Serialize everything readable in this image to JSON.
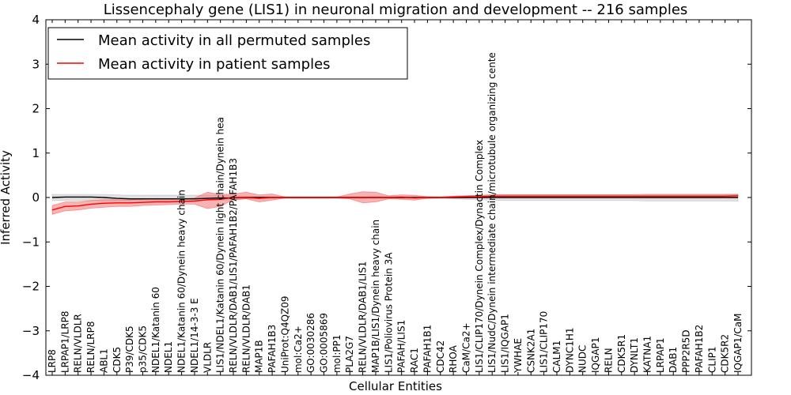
{
  "chart_data": {
    "type": "line",
    "title": "Lissencephaly gene (LIS1) in neuronal migration and development -- 216 samples",
    "xlabel": "Cellular Entities",
    "ylabel": "Inferred Activity",
    "ylim": [
      -4,
      4
    ],
    "yticks": [
      "-4",
      "-3",
      "-2",
      "-1",
      "0",
      "1",
      "2",
      "3",
      "4"
    ],
    "grid": false,
    "legend_position": "top-left",
    "categories": [
      "LRP8",
      "LRPAP1/LRP8",
      "RELN/VLDLR",
      "RELN/LRP8",
      "ABL1",
      "CDK5",
      "P39/CDK5",
      "p35/CDK5",
      "NDEL1/Katanin 60",
      "NDEL1",
      "NDEL1/Katanin 60/Dynein heavy chain",
      "NDEL1/14-3-3 E",
      "VLDLR",
      "LIS1/NDEL1/Katanin 60/Dynein light chain/Dynein hea",
      "RELN/VLDLR/DAB1/LIS1/PAFAH1B2/PAFAH1B3",
      "RELN/VLDLR/DAB1",
      "MAP1B",
      "PAFAH1B3",
      "UniProt:Q4QZ09",
      "mol:Ca2+",
      "GO:0030286",
      "GO:0005869",
      "mol:PP1",
      "PLA2G7",
      "RELN/VLDLR/DAB1/LIS1",
      "MAP1B/LIS1/Dynein heavy chain",
      "LIS1/Poliovirus Protein 3A",
      "PAFAH/LIS1",
      "RAC1",
      "PAFAH1B1",
      "CDC42",
      "RHOA",
      "CaM/Ca2+",
      "LIS1/CLIP170/Dynein Complex/Dynactin Complex",
      "LIS1/NudC/Dynein intermediate chain/microtubule organizing cente",
      "LIS1/IQGAP1",
      "YWHAE",
      "CSNK2A1",
      "LIS1/CLIP170",
      "CALM1",
      "DYNC1H1",
      "NUDC",
      "IQGAP1",
      "RELN",
      "CDK5R1",
      "DYNLT1",
      "KATNA1",
      "LRPAP1",
      "DAB1",
      "PPP2R5D",
      "PAFAH1B2",
      "CLIP1",
      "CDK5R2",
      "IQGAP1/CaM"
    ],
    "series": [
      {
        "name": "Mean activity in all permuted samples",
        "color": "#000000",
        "values": [
          0.0,
          0.01,
          0.01,
          0.01,
          0.0,
          -0.02,
          -0.03,
          -0.03,
          -0.03,
          -0.03,
          -0.03,
          -0.03,
          -0.02,
          -0.01,
          -0.01,
          0.0,
          0.0,
          0.0,
          0.0,
          0.0,
          0.0,
          0.0,
          0.0,
          0.0,
          0.0,
          0.0,
          0.0,
          0.0,
          0.0,
          0.0,
          0.0,
          0.0,
          0.0,
          0.0,
          0.0,
          0.0,
          0.0,
          0.0,
          0.0,
          0.0,
          0.0,
          0.0,
          0.0,
          0.0,
          0.0,
          0.0,
          0.0,
          0.0,
          0.0,
          0.0,
          0.0,
          0.0,
          0.0,
          0.0
        ],
        "band_low": [
          -0.07,
          -0.07,
          -0.07,
          -0.07,
          -0.07,
          -0.08,
          -0.08,
          -0.08,
          -0.08,
          -0.08,
          -0.08,
          -0.08,
          -0.07,
          -0.06,
          -0.05,
          -0.03,
          -0.02,
          -0.02,
          -0.02,
          -0.02,
          -0.02,
          -0.02,
          -0.02,
          -0.02,
          -0.02,
          -0.02,
          -0.02,
          -0.02,
          -0.02,
          -0.02,
          -0.02,
          -0.03,
          -0.04,
          -0.05,
          -0.06,
          -0.07,
          -0.07,
          -0.07,
          -0.07,
          -0.07,
          -0.07,
          -0.07,
          -0.07,
          -0.07,
          -0.07,
          -0.07,
          -0.08,
          -0.08,
          -0.08,
          -0.08,
          -0.08,
          -0.08,
          -0.08,
          -0.08
        ],
        "band_high": [
          0.07,
          0.07,
          0.07,
          0.07,
          0.07,
          0.06,
          0.05,
          0.05,
          0.05,
          0.05,
          0.05,
          0.05,
          0.05,
          0.05,
          0.04,
          0.03,
          0.02,
          0.02,
          0.02,
          0.02,
          0.02,
          0.02,
          0.02,
          0.02,
          0.02,
          0.02,
          0.02,
          0.02,
          0.02,
          0.02,
          0.02,
          0.03,
          0.04,
          0.05,
          0.06,
          0.07,
          0.07,
          0.07,
          0.07,
          0.07,
          0.07,
          0.07,
          0.07,
          0.07,
          0.07,
          0.07,
          0.08,
          0.08,
          0.08,
          0.08,
          0.08,
          0.08,
          0.08,
          0.08
        ]
      },
      {
        "name": "Mean activity in patient samples",
        "color": "#ff0000",
        "band_color": "#f08080",
        "values": [
          -0.28,
          -0.2,
          -0.19,
          -0.15,
          -0.13,
          -0.12,
          -0.12,
          -0.11,
          -0.1,
          -0.1,
          -0.09,
          -0.08,
          -0.05,
          -0.04,
          0.0,
          0.0,
          -0.02,
          0.0,
          0.0,
          0.0,
          0.0,
          0.0,
          0.0,
          0.0,
          0.0,
          0.0,
          0.0,
          0.01,
          -0.01,
          0.0,
          0.0,
          0.01,
          0.02,
          0.02,
          0.03,
          0.03,
          0.03,
          0.03,
          0.03,
          0.03,
          0.03,
          0.03,
          0.03,
          0.03,
          0.03,
          0.03,
          0.03,
          0.03,
          0.03,
          0.03,
          0.03,
          0.03,
          0.03,
          0.04
        ],
        "band_low": [
          -0.38,
          -0.3,
          -0.28,
          -0.24,
          -0.22,
          -0.2,
          -0.2,
          -0.18,
          -0.17,
          -0.16,
          -0.15,
          -0.15,
          -0.25,
          -0.2,
          -0.05,
          -0.03,
          -0.1,
          -0.06,
          -0.01,
          -0.01,
          -0.01,
          -0.01,
          -0.01,
          -0.03,
          -0.12,
          -0.1,
          -0.03,
          -0.04,
          -0.06,
          -0.02,
          -0.01,
          -0.01,
          -0.01,
          0.0,
          0.0,
          0.0,
          0.0,
          0.0,
          0.0,
          0.0,
          0.0,
          0.0,
          0.0,
          0.0,
          0.0,
          0.0,
          0.0,
          0.0,
          0.0,
          0.0,
          0.0,
          0.0,
          0.0,
          0.0
        ],
        "band_high": [
          -0.18,
          -0.1,
          -0.1,
          -0.07,
          -0.05,
          -0.05,
          -0.05,
          -0.04,
          -0.03,
          -0.03,
          -0.03,
          -0.01,
          0.12,
          0.07,
          0.08,
          0.12,
          0.06,
          0.08,
          0.01,
          0.01,
          0.01,
          0.01,
          0.01,
          0.08,
          0.13,
          0.12,
          0.04,
          0.06,
          0.05,
          0.02,
          0.01,
          0.03,
          0.04,
          0.05,
          0.06,
          0.06,
          0.06,
          0.06,
          0.06,
          0.06,
          0.06,
          0.06,
          0.06,
          0.06,
          0.06,
          0.06,
          0.06,
          0.06,
          0.06,
          0.06,
          0.06,
          0.06,
          0.06,
          0.07
        ]
      }
    ]
  }
}
